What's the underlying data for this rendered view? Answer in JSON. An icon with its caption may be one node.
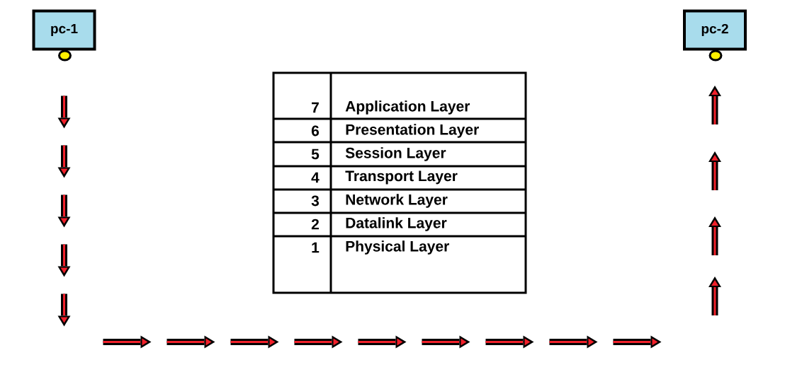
{
  "diagram": {
    "nodes": [
      {
        "text": [
          "pc-1"
        ]
      },
      {
        "text": [
          "pc-2"
        ]
      }
    ],
    "edges": [
      {
        "from": 0,
        "to": 1,
        "arrow": "to"
      }
    ],
    "labels": [
      "7",
      "Application Layer",
      "6",
      "Presentation Layer",
      "5",
      "Session Layer",
      "4",
      "Transport Layer",
      "3",
      "Network Layer",
      "2",
      "Datalink Layer",
      "1",
      "Physical Layer"
    ]
  }
}
